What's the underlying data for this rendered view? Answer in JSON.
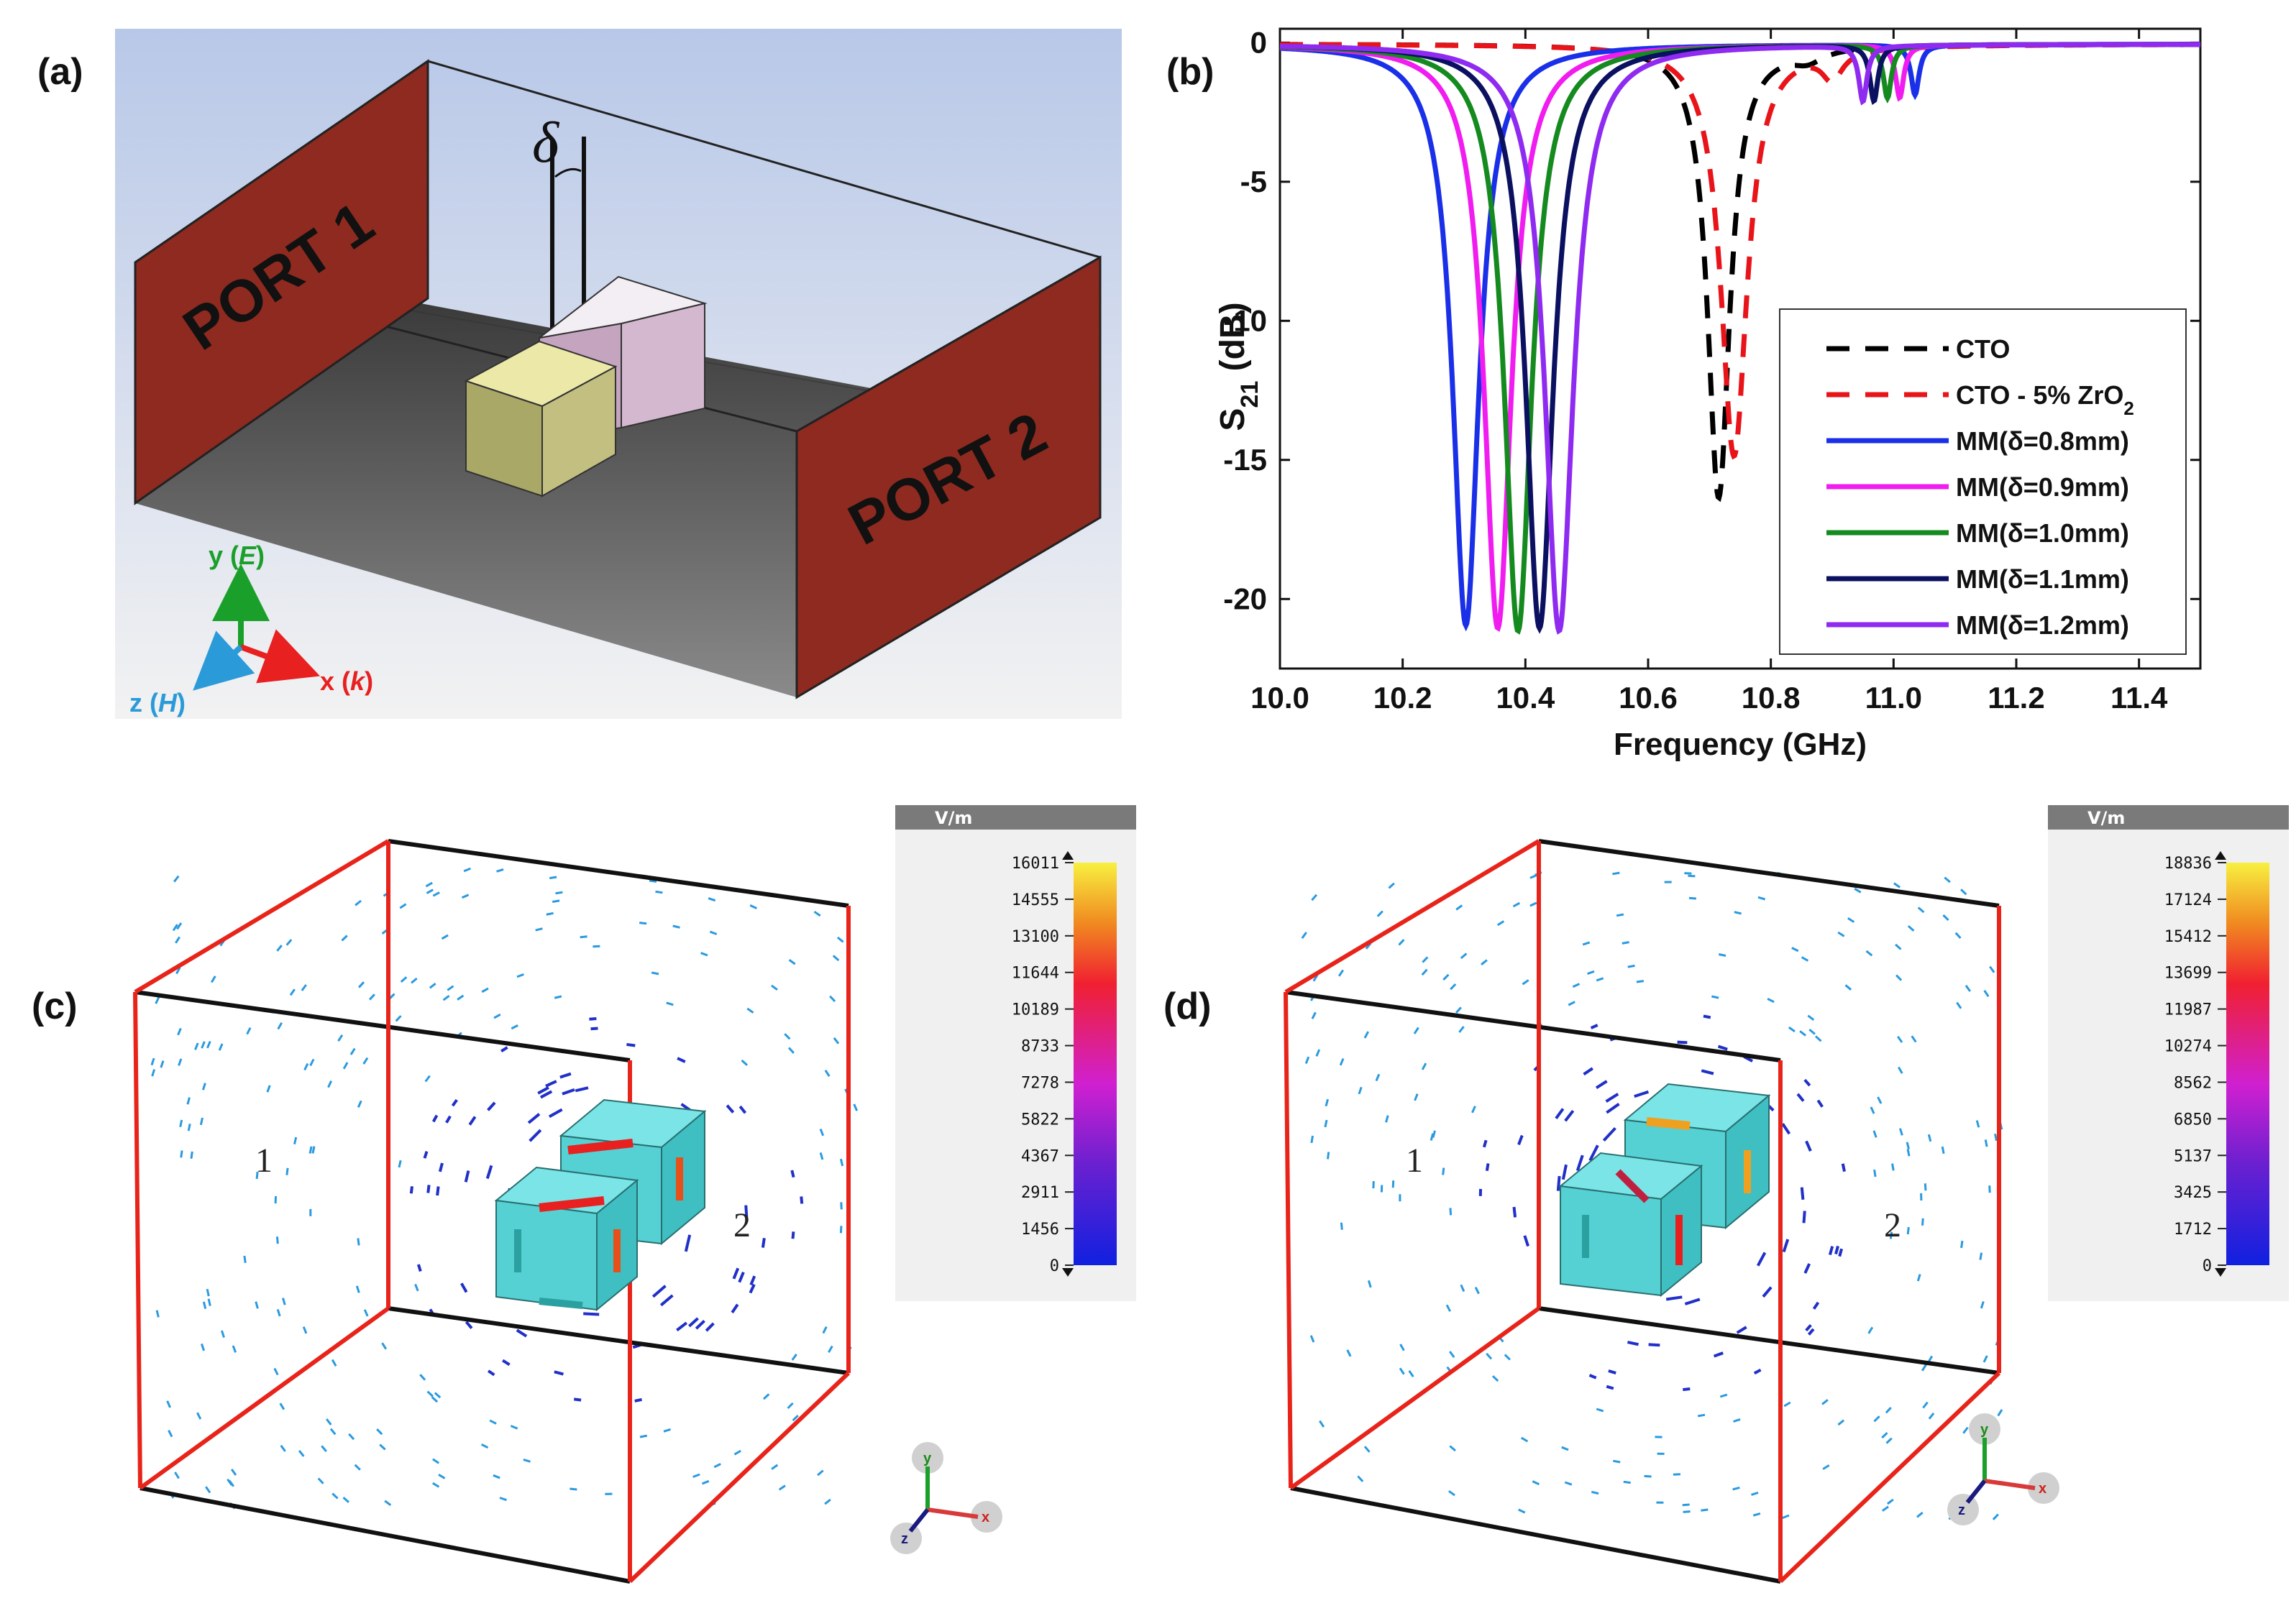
{
  "panels": {
    "a": {
      "label": "(a)",
      "port1": "PORT 1",
      "port2": "PORT 2",
      "delta": "δ",
      "axis_y": "y",
      "axis_y_field": "E",
      "axis_z": "z",
      "axis_z_field": "H",
      "axis_x": "x",
      "axis_x_field": "k"
    },
    "b": {
      "label": "(b)"
    },
    "c": {
      "label": "(c)",
      "region1": "1",
      "region2": "2",
      "colorbar_unit": "V/m",
      "colorbar_ticks": [
        "16011",
        "14555",
        "13100",
        "11644",
        "10189",
        "8733",
        "7278",
        "5822",
        "4367",
        "2911",
        "1456",
        "0"
      ]
    },
    "d": {
      "label": "(d)",
      "region1": "1",
      "region2": "2",
      "colorbar_unit": "V/m",
      "colorbar_ticks": [
        "18836",
        "17124",
        "15412",
        "13699",
        "11987",
        "10274",
        "8562",
        "6850",
        "5137",
        "3425",
        "1712",
        "0"
      ]
    }
  },
  "triad": {
    "x": "x",
    "y": "y",
    "z": "z"
  },
  "colors": {
    "port_face": "#8e2a1f",
    "cube_outline_red": "#e8241a",
    "cube_outline_black": "#111111",
    "cube_fill_cyan": "#4fd6d9"
  },
  "chart_data": {
    "type": "line",
    "ylabel_main": "S",
    "ylabel_sub": "21",
    "ylabel_unit": "(dB)",
    "xlabel": "Frequency (GHz)",
    "xlim": [
      10.0,
      11.5
    ],
    "ylim": [
      -22.5,
      0.5
    ],
    "xticks": [
      "10.0",
      "10.2",
      "10.4",
      "10.6",
      "10.8",
      "11.0",
      "11.2",
      "11.4"
    ],
    "yticks": [
      "0",
      "-5",
      "-10",
      "-15",
      "-20"
    ],
    "legend_position": "right",
    "series": [
      {
        "name": "CTO",
        "color": "#000000",
        "dashed": true,
        "dips": [
          {
            "f": 10.715,
            "depth": -16.3,
            "w": 0.022
          },
          {
            "f": 10.86,
            "depth": -0.4,
            "w": 0.03
          }
        ]
      },
      {
        "name_main": "CTO - 5% ZrO",
        "name_sub": "2",
        "color": "#e8141a",
        "dashed": true,
        "dips": [
          {
            "f": 10.74,
            "depth": -14.8,
            "w": 0.026
          },
          {
            "f": 10.9,
            "depth": -1.0,
            "w": 0.02
          }
        ]
      },
      {
        "name": "MM(δ=0.8mm)",
        "color": "#1a2fe8",
        "dashed": false,
        "dips": [
          {
            "f": 10.303,
            "depth": -20.9,
            "w": 0.026
          },
          {
            "f": 11.035,
            "depth": -1.8,
            "w": 0.008
          }
        ]
      },
      {
        "name": "MM(δ=0.9mm)",
        "color": "#f01cf0",
        "dashed": false,
        "dips": [
          {
            "f": 10.355,
            "depth": -21.0,
            "w": 0.027
          },
          {
            "f": 11.01,
            "depth": -1.9,
            "w": 0.008
          }
        ]
      },
      {
        "name": "MM(δ=1.0mm)",
        "color": "#158a1f",
        "dashed": false,
        "dips": [
          {
            "f": 10.388,
            "depth": -21.1,
            "w": 0.027
          },
          {
            "f": 10.99,
            "depth": -1.9,
            "w": 0.008
          }
        ]
      },
      {
        "name": "MM(δ=1.1mm)",
        "color": "#0b1060",
        "dashed": false,
        "dips": [
          {
            "f": 10.423,
            "depth": -21.0,
            "w": 0.027
          },
          {
            "f": 10.968,
            "depth": -2.0,
            "w": 0.008
          }
        ]
      },
      {
        "name": "MM(δ=1.2mm)",
        "color": "#8f2bf0",
        "dashed": false,
        "dips": [
          {
            "f": 10.455,
            "depth": -21.1,
            "w": 0.028
          },
          {
            "f": 10.95,
            "depth": -2.0,
            "w": 0.008
          }
        ]
      }
    ]
  }
}
